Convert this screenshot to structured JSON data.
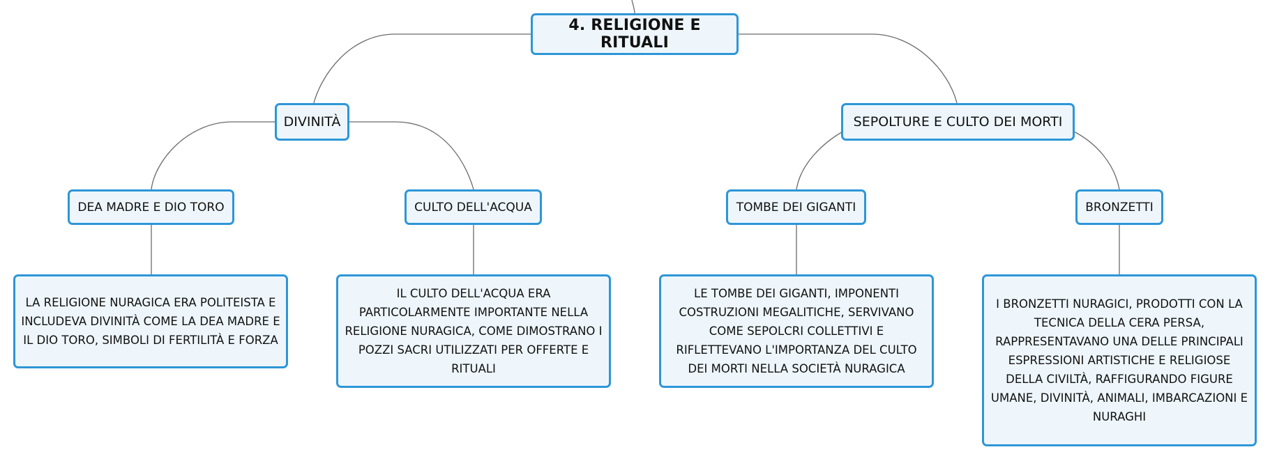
{
  "root": {
    "label": "4. RELIGIONE E RITUALI"
  },
  "divinita": {
    "label": "DIVINITÀ",
    "dea_madre": {
      "label": "DEA MADRE E DIO TORO",
      "description": "LA RELIGIONE NURAGICA ERA POLITEISTA E INCLUDEVA DIVINITÀ COME LA DEA MADRE E IL DIO TORO, SIMBOLI DI FERTILITÀ E FORZA"
    },
    "culto_acqua": {
      "label": "CULTO DELL'ACQUA",
      "description": "IL CULTO DELL'ACQUA ERA PARTICOLARMENTE IMPORTANTE NELLA RELIGIONE NURAGICA, COME DIMOSTRANO I POZZI SACRI UTILIZZATI PER OFFERTE E RITUALI"
    }
  },
  "sepolture": {
    "label": "SEPOLTURE E CULTO DEI MORTI",
    "tombe": {
      "label": "TOMBE DEI GIGANTI",
      "description": "LE TOMBE DEI GIGANTI, IMPONENTI COSTRUZIONI MEGALITICHE, SERVIVANO COME SEPOLCRI COLLETTIVI E RIFLETTEVANO L'IMPORTANZA DEL CULTO DEI MORTI NELLA SOCIETÀ NURAGICA"
    },
    "bronzetti": {
      "label": "BRONZETTI",
      "description": "I BRONZETTI NURAGICI, PRODOTTI CON LA TECNICA DELLA CERA PERSA, RAPPRESENTAVANO UNA DELLE PRINCIPALI ESPRESSIONI ARTISTICHE E RELIGIOSE DELLA CIVILTÀ, RAFFIGURANDO FIGURE UMANE, DIVINITÀ, ANIMALI, IMBARCAZIONI E NURAGHI"
    }
  },
  "colors": {
    "node_border": "#2d96d7",
    "node_fill": "#eef6fc",
    "connector": "#6b6b6b"
  }
}
